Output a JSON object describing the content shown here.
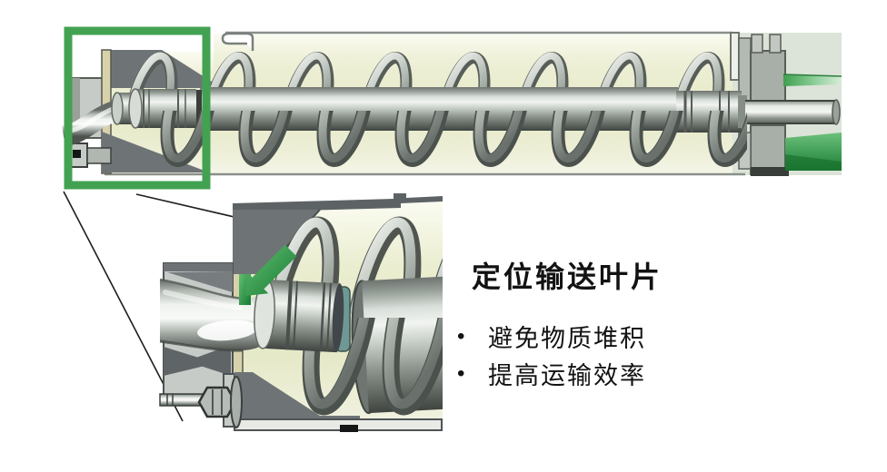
{
  "callout": {
    "title": "定位输送叶片",
    "bullet_glyph": "•",
    "bullets": [
      "避免物质堆积",
      "提高运输效率"
    ]
  },
  "colors": {
    "highlight_box": "#42a251",
    "arrow_green": "#2f9a4b",
    "interior_tint": "#e8ebcc",
    "metal_mid": "#aab2ac"
  }
}
